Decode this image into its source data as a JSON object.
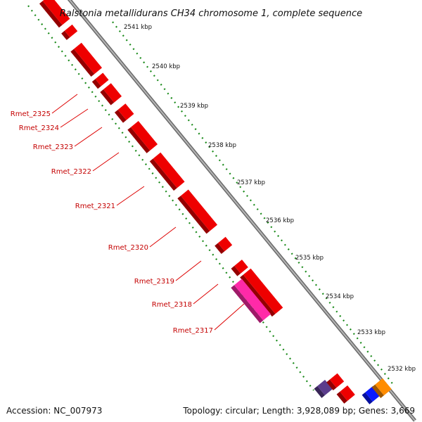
{
  "title": "Ralstonia metallidurans CH34 chromosome 1, complete sequence",
  "scale_labels": [
    "2541 kbp",
    "2540 kbp",
    "2539 kbp",
    "2538 kbp",
    "2537 kbp",
    "2536 kbp",
    "2535 kbp",
    "2534 kbp",
    "2533 kbp",
    "2532 kbp"
  ],
  "gene_labels": [
    "Rmet_2325",
    "Rmet_2324",
    "Rmet_2323",
    "Rmet_2322",
    "Rmet_2321",
    "Rmet_2320",
    "Rmet_2319",
    "Rmet_2318",
    "Rmet_2317"
  ],
  "footer": {
    "accession": "Accession: NC_007973",
    "topology": "Topology: circular; Length: 3,928,089 bp; Genes: 3,669"
  },
  "colors": {
    "gene_default": "#ee0000",
    "gene_highlight": "#ff2aa8",
    "gene_purple": "#5b3c8c",
    "gene_blue": "#0a1aff",
    "gene_orange": "#ff8c00",
    "backbone": "#888888",
    "scale_dots": "#1a8a1a",
    "label_line": "#dd0000"
  }
}
